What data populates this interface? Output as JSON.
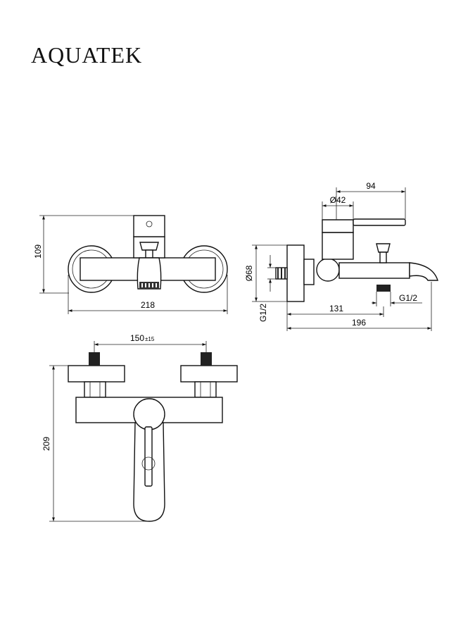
{
  "brand": "AQUATEK",
  "front_view": {
    "height_dim": "109",
    "width_dim": "218"
  },
  "side_view": {
    "lever_dim": "94",
    "body_dia_dim": "Ø42",
    "escutcheon_dia_dim": "Ø68",
    "thread_inlet": "G1/2",
    "thread_outlet": "G1/2",
    "spout_reach_dim": "131",
    "total_depth_dim": "196"
  },
  "top_view": {
    "center_dim": "150",
    "center_tol": "±15",
    "height_dim": "209"
  }
}
